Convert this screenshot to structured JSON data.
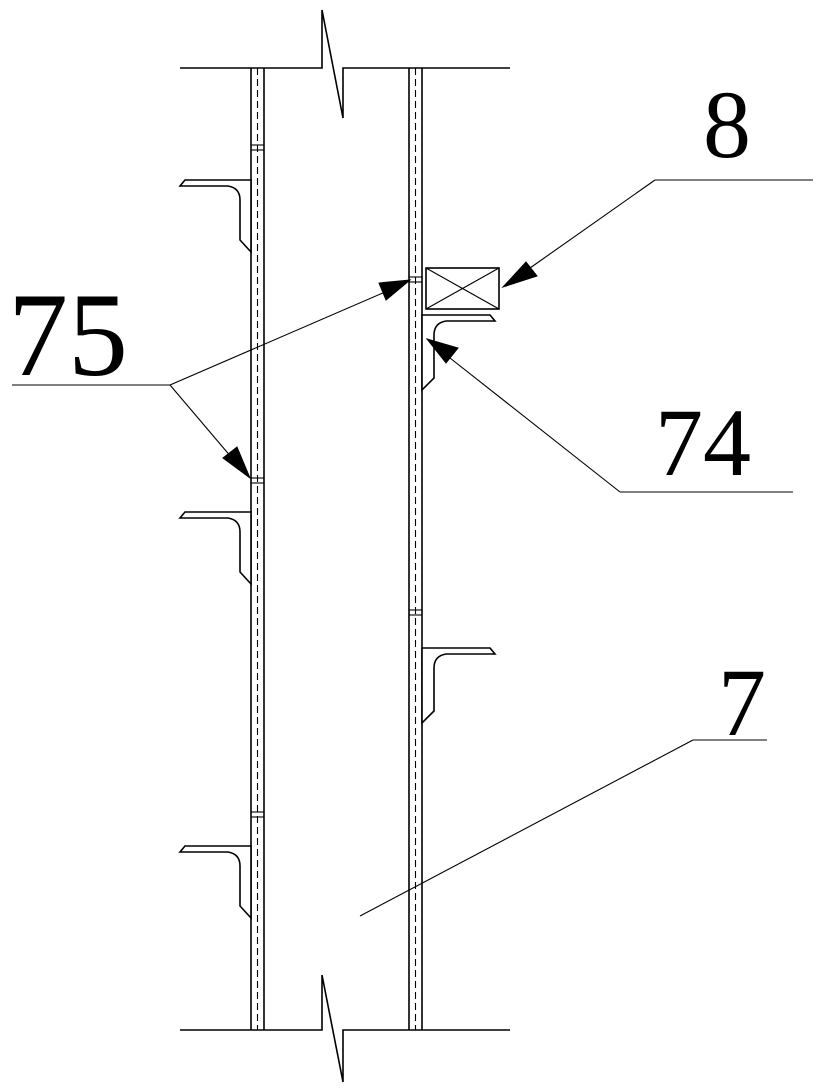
{
  "labels": {
    "wall": "7",
    "bracket": "74",
    "connector": "75",
    "sensor": "8"
  },
  "colors": {
    "ink": "#000000",
    "paper": "#ffffff"
  }
}
